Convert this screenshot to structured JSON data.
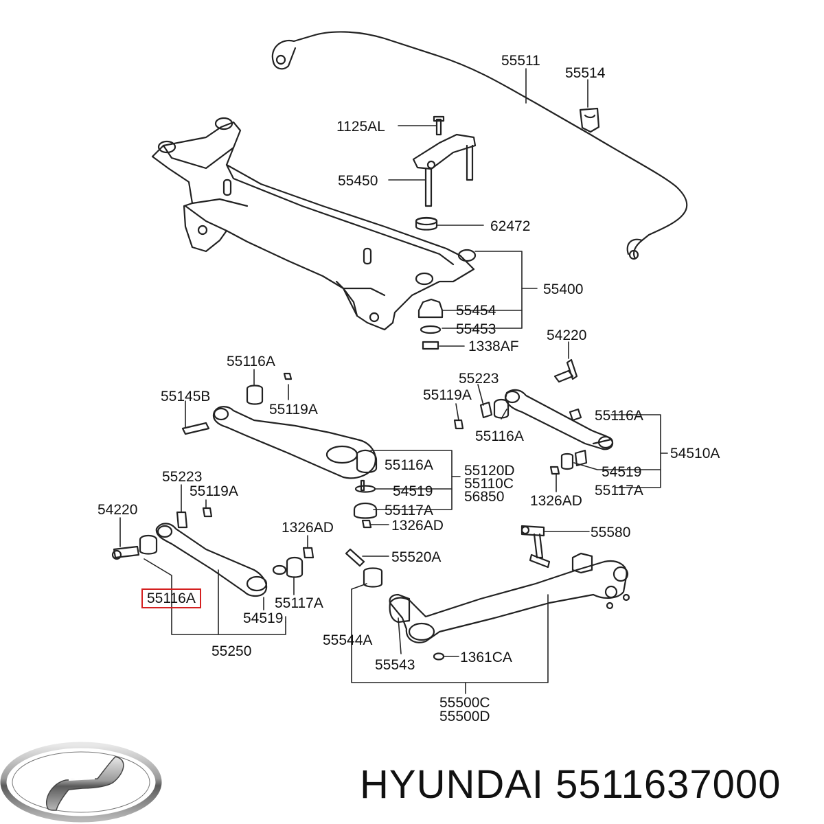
{
  "parts": {
    "p55511": "55511",
    "p55514": "55514",
    "p1125AL": "1125AL",
    "p55450": "55450",
    "p62472": "62472",
    "p55400": "55400",
    "p55454": "55454",
    "p55453": "55453",
    "p1338AF": "1338AF",
    "p54220_top": "54220",
    "p55116A_top": "55116A",
    "p55145B": "55145B",
    "p55119A_top": "55119A",
    "p55223_right": "55223",
    "p55119A_right": "55119A",
    "p55116A_right1": "55116A",
    "p55116A_right2": "55116A",
    "p54510A": "54510A",
    "p54519_right": "54519",
    "p1326AD_right": "1326AD",
    "p55117A_right": "55117A",
    "p55116A_mid": "55116A",
    "p55120D": "55120D",
    "p55110C": "55110C",
    "p56850": "56850",
    "p54519_mid": "54519",
    "p55117A_mid": "55117A",
    "p1326AD_mid": "1326AD",
    "p55223_left": "55223",
    "p55119A_left": "55119A",
    "p54220_left": "54220",
    "p1326AD_left": "1326AD",
    "p55116A_highlight": "55116A",
    "p55117A_left": "55117A",
    "p54519_left": "54519",
    "p55250": "55250",
    "p55520A": "55520A",
    "p55580": "55580",
    "p55544A": "55544A",
    "p55543": "55543",
    "p1361CA": "1361CA",
    "p55500C": "55500C",
    "p55500D": "55500D"
  },
  "brand": {
    "name_and_part": "HYUNDAI 5511637000",
    "logo": "hyundai-logo"
  },
  "colors": {
    "highlight": "#d42020",
    "ink": "#111111"
  }
}
